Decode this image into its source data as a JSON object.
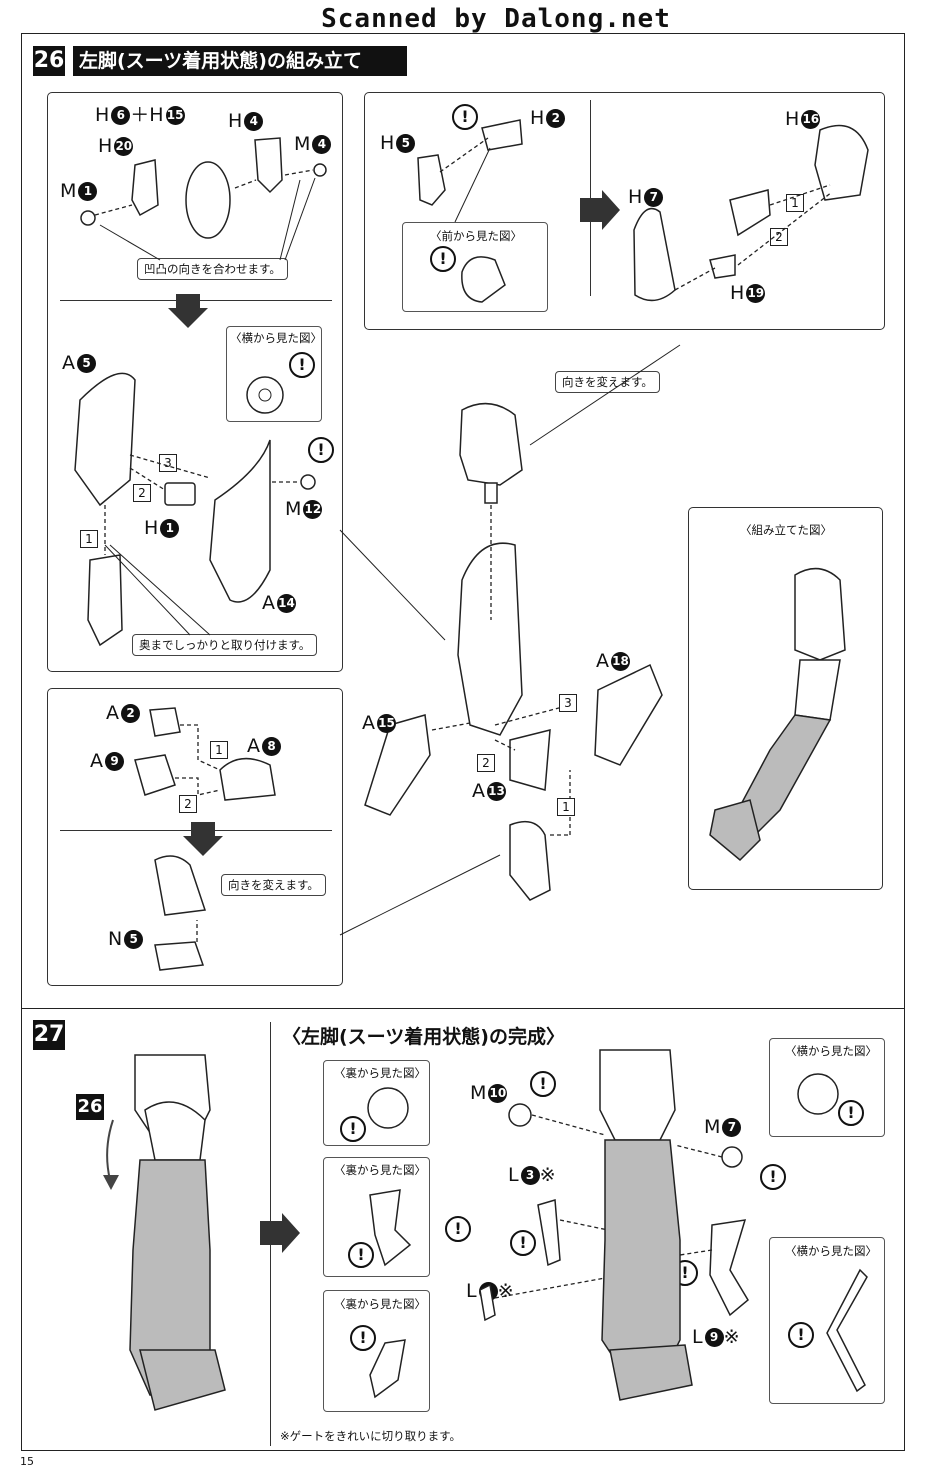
{
  "scan_header": "Scanned by Dalong.net",
  "page_number": "15",
  "step26": {
    "number": "26",
    "title": "左脚(スーツ着用状態)の組み立て",
    "labels": {
      "h6_h15": "H",
      "plus": "＋H",
      "h20": "H",
      "h4": "H",
      "m4": "M",
      "m1": "M",
      "h5": "H",
      "h2": "H",
      "h16": "H",
      "h7": "H",
      "h19": "H",
      "a5": "A",
      "h1": "H",
      "m12": "M",
      "a14": "A",
      "a2": "A",
      "a9": "A",
      "a8": "A",
      "n5": "N",
      "a15": "A",
      "a18": "A",
      "a13": "A"
    },
    "nums": {
      "h6": "6",
      "h15": "15",
      "h20": "20",
      "h4": "4",
      "m4": "4",
      "m1": "1",
      "h5": "5",
      "h2": "2",
      "h16": "16",
      "h7": "7",
      "h19": "19",
      "a5": "5",
      "h1": "1",
      "m12": "12",
      "a14": "14",
      "a2": "2",
      "a9": "9",
      "a8": "8",
      "n5": "5",
      "a15": "15",
      "a18": "18",
      "a13": "13"
    },
    "notes": {
      "align": "凹凸の向きを合わせます。",
      "front_view": "〈前から見た図〉",
      "side_view": "〈横から見た図〉",
      "firmly": "奥までしっかりと取り付けます。",
      "change_dir_1": "向きを変えます。",
      "change_dir_2": "向きを変えます。",
      "assembled_view": "〈組み立てた図〉"
    },
    "seq": [
      "1",
      "2",
      "3"
    ]
  },
  "step27": {
    "number": "27",
    "title": "〈左脚(スーツ着用状態)の完成〉",
    "ref": "26",
    "labels": {
      "m10": "M",
      "m7": "M",
      "l3": "L",
      "l6": "L",
      "l9": "L"
    },
    "nums": {
      "m10": "10",
      "m7": "7",
      "l3": "3",
      "l6": "6",
      "l9": "9"
    },
    "mark": "※",
    "views": {
      "back1": "〈裏から見た図〉",
      "back2": "〈裏から見た図〉",
      "back3": "〈裏から見た図〉",
      "side1": "〈横から見た図〉",
      "side2": "〈横から見た図〉"
    },
    "gate_note": "※ゲートをきれいに切り取ります。"
  },
  "warn": "!"
}
